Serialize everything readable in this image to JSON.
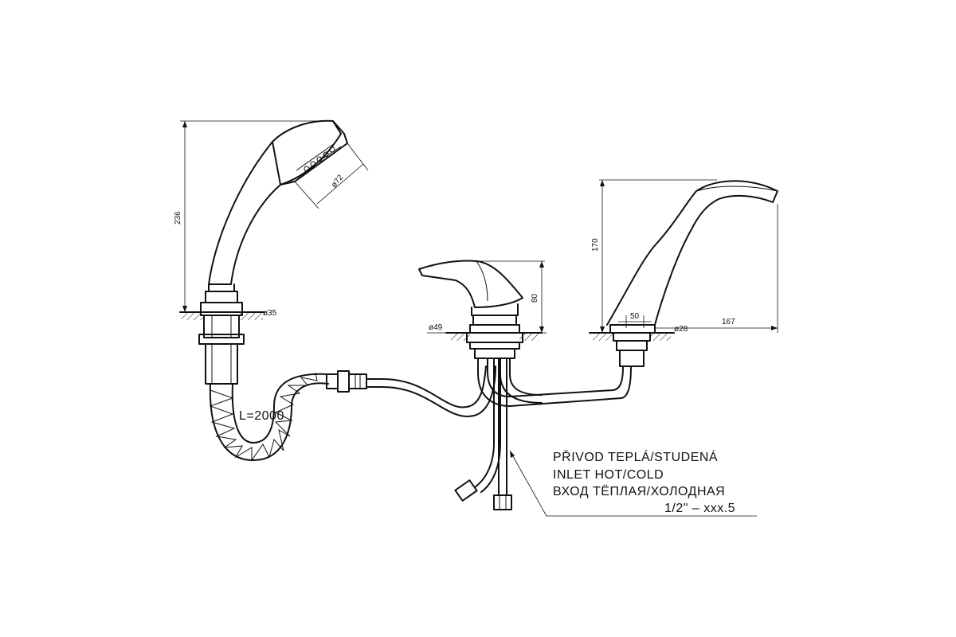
{
  "dimensions": {
    "shower_height": "236",
    "shower_head_diameter": "ø72",
    "shower_base_diameter": "ø35",
    "hose_length": "L=2000",
    "mixer_base_diameter": "ø49",
    "mixer_height": "80",
    "spout_height": "170",
    "spout_base_width": "50",
    "spout_base_diameter": "ø28",
    "spout_reach": "167"
  },
  "inlet_note": {
    "line_cz": "PŘIVOD TEPLÁ/STUDENÁ",
    "line_en": "INLET HOT/COLD",
    "line_ru": "ВХОД ТЁПЛАЯ/ХОЛОДНАЯ",
    "thread": "1/2\" – xxx.5"
  }
}
